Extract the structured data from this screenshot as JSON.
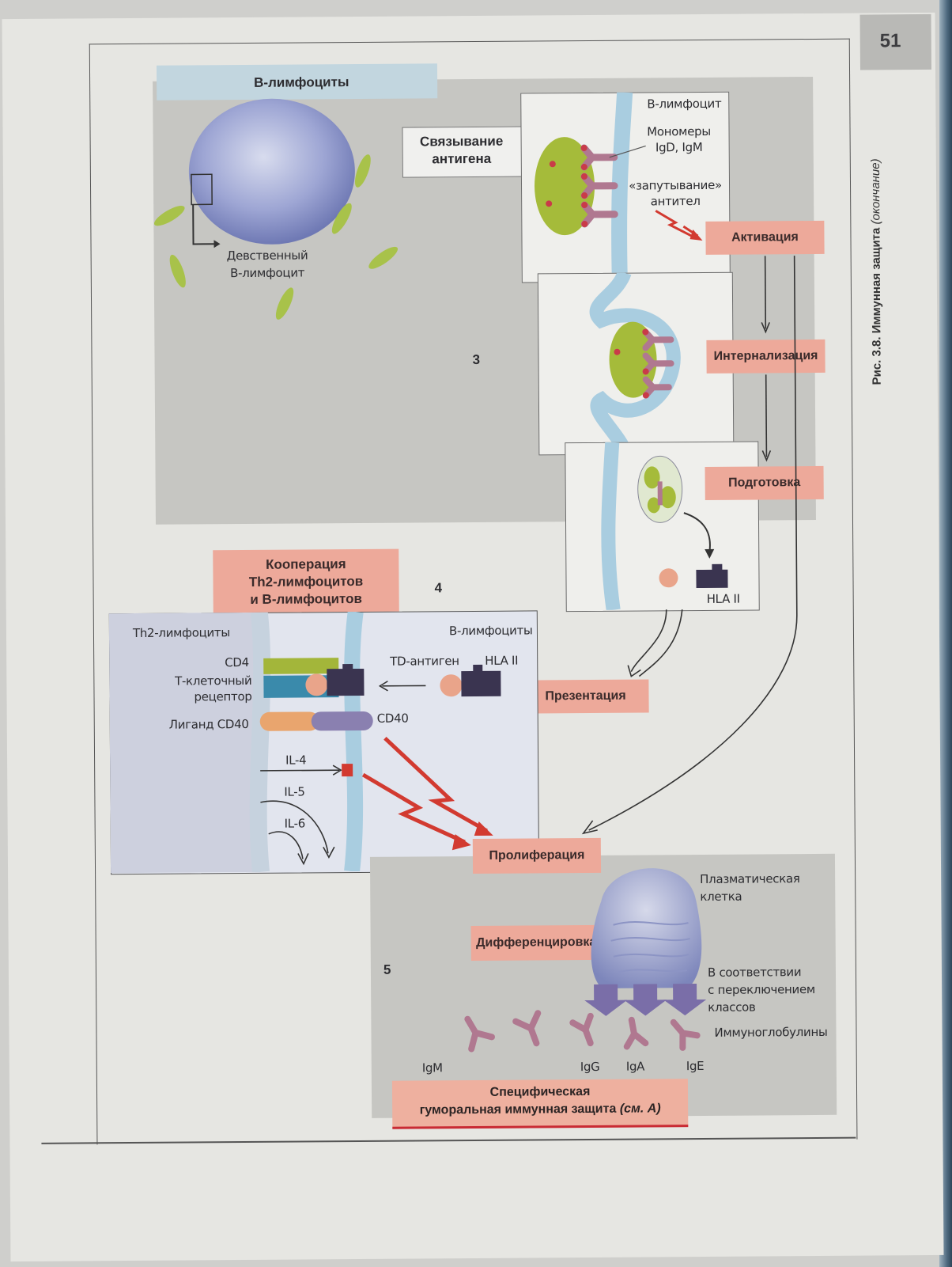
{
  "page_number": "51",
  "side_caption": {
    "main": "Рис. 3.8.  Иммунная защита",
    "suffix": "(окончание)"
  },
  "section3": {
    "number": "3",
    "header": "В-лимфоциты",
    "naive_cell_label": "Девственный\nВ-лимфоцит",
    "binding_label": "Связывание\nантигена",
    "b_lymphocyte": "В-лимфоцит",
    "monomers": "Мономеры\nIgD, IgM",
    "crosslinking": "«запутывание»\nантител",
    "hla": "HLA II",
    "steps": {
      "activation": "Активация",
      "internalization": "Интернализация",
      "preparation": "Подготовка",
      "presentation": "Презентация"
    }
  },
  "section4": {
    "number": "4",
    "title": "Кооперация\nTh2-лимфоцитов\nи В-лимфоцитов",
    "th2": "Th2-лимфоциты",
    "b_cells": "В-лимфоциты",
    "cd4": "CD4",
    "tcr": "Т-клеточный\nрецептор",
    "cd40_ligand": "Лиганд CD40",
    "td_antigen": "TD-антиген",
    "hla": "HLA II",
    "cd40": "CD40",
    "il4": "IL-4",
    "il5": "IL-5",
    "il6": "IL-6"
  },
  "section5": {
    "number": "5",
    "proliferation": "Пролиферация",
    "differentiation": "Дифференцировка",
    "plasma_cell": "Плазматическая\nклетка",
    "class_switch": "В соответствии\nс переключением\nклассов",
    "immunoglobulins": "Иммуноглобулины",
    "igm": "IgM",
    "igg": "IgG",
    "iga": "IgA",
    "ige": "IgE",
    "footer_main": "Специфическая\nгуморальная иммунная защита",
    "footer_ref": "(см. А)"
  },
  "colors": {
    "salmon": "#eda99a",
    "membrane": "#a9cde0",
    "antigen": "#a5bb3a",
    "antibody": "#b07890",
    "arrow_red": "#d23a30"
  }
}
